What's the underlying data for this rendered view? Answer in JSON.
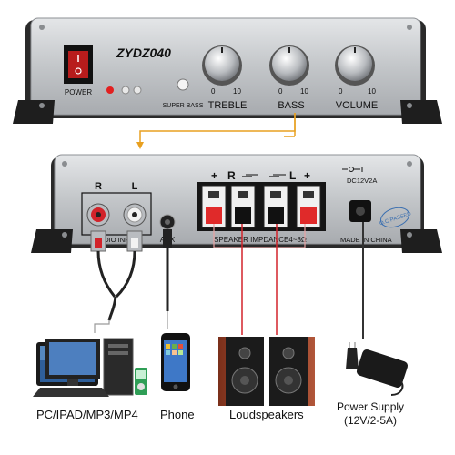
{
  "front_panel": {
    "model": "ZYDZ040",
    "power_label": "POWER",
    "super_bass_label": "SUPER BASS",
    "knobs": [
      {
        "name": "TREBLE",
        "min": "0",
        "max": "10"
      },
      {
        "name": "BASS",
        "min": "0",
        "max": "10"
      },
      {
        "name": "VOLUME",
        "min": "0",
        "max": "10"
      }
    ]
  },
  "rear_panel": {
    "channel_r": "R",
    "channel_l": "L",
    "audio_input_label": "AUDIO INPUT",
    "aux_label": "AUX",
    "terminal_top_labels": [
      "+",
      "R",
      "—",
      "—",
      "L",
      "+"
    ],
    "speaker_impedance": "SPEAKER IMPDANCE4~8Ω",
    "made_in": "MADE IN CHINA",
    "dc_label": "DC12V2A",
    "qc_stamp": "Q.C PASSED"
  },
  "devices": {
    "pc": "PC/IPAD/MP3/MP4",
    "phone": "Phone",
    "speakers": "Loudspeakers",
    "power_line1": "Power Supply",
    "power_line2": "(12V/2-5A)"
  },
  "colors": {
    "chassis": "#c9cccf",
    "accent_wire": "#e8a020",
    "red_wire": "#d2232a",
    "terminal_red": "#e02a2a"
  }
}
